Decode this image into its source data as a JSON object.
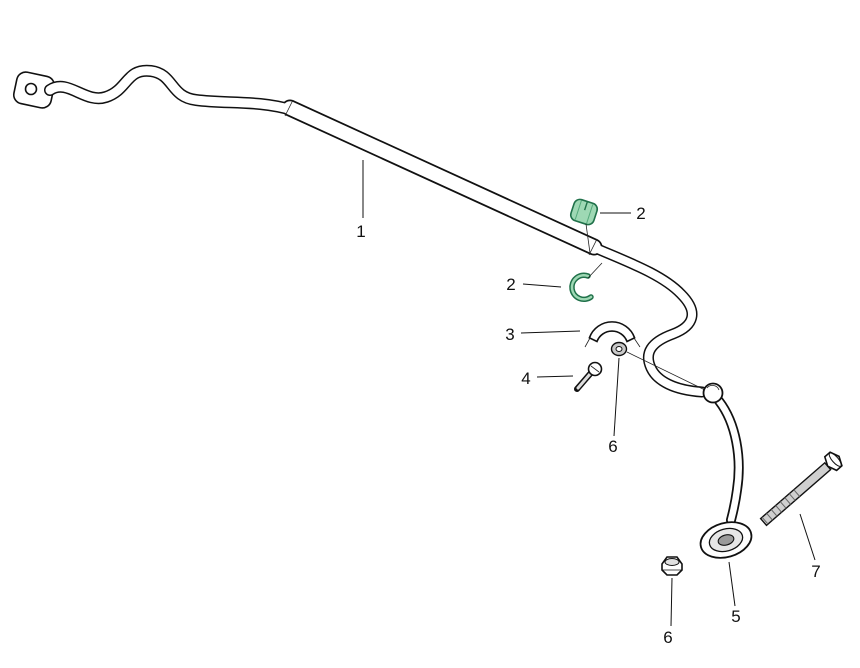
{
  "diagram": {
    "callouts": {
      "c1": "1",
      "c2a": "2",
      "c2b": "2",
      "c3": "3",
      "c4": "4",
      "c5": "5",
      "c6a": "6",
      "c6b": "6",
      "c7": "7"
    },
    "colors": {
      "line": "#111111",
      "bushing_fill": "#9ed8b4",
      "bushing_stroke": "#20714a",
      "metal_light": "#c9c9c9",
      "metal_dark": "#8f8f8f",
      "background": "#ffffff"
    }
  }
}
